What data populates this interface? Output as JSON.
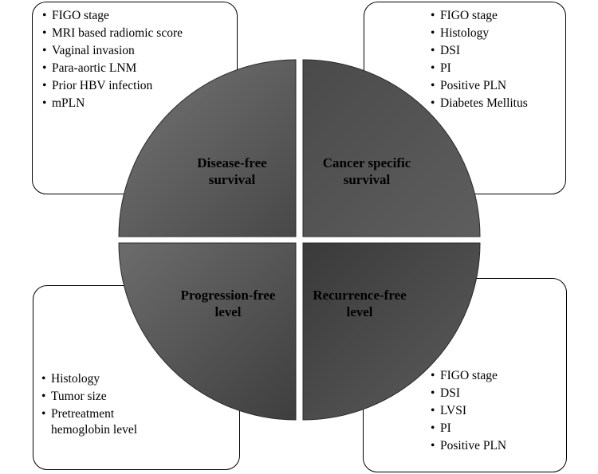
{
  "quadrants": {
    "top_left": {
      "label_line1": "Disease-free",
      "label_line2": "survival",
      "items": [
        "FIGO stage",
        "MRI based radiomic score",
        " Vaginal invasion",
        "Para-aortic LNM",
        "Prior HBV  infection",
        " mPLN"
      ]
    },
    "top_right": {
      "label_line1": "Cancer specific",
      "label_line2": "survival",
      "items": [
        "FIGO stage",
        "Histology",
        "DSI",
        "PI",
        "Positive PLN",
        "Diabetes Mellitus"
      ]
    },
    "bottom_left": {
      "label_line1": "Progression-free",
      "label_line2": "level",
      "items": [
        "Histology",
        "Tumor size",
        "Pretreatment hemoglobin level"
      ]
    },
    "bottom_right": {
      "label_line1": "Recurrence-free",
      "label_line2": "level",
      "items": [
        "FIGO stage",
        "DSI",
        "LVSI",
        "PI",
        "Positive PLN"
      ]
    }
  },
  "colors": {
    "quadrant_fill_light": "#6b6b6b",
    "quadrant_fill_mid": "#505050",
    "quadrant_fill_dark": "#3c3c3c",
    "box_border": "#000000"
  }
}
